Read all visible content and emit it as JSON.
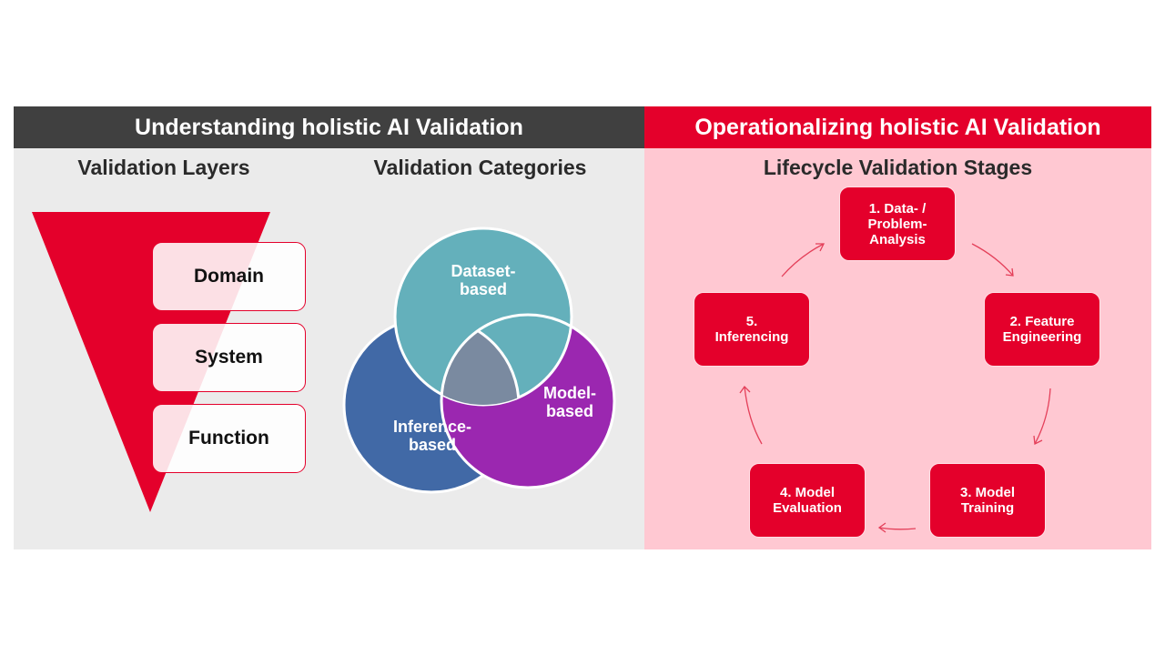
{
  "left_header": "Understanding holistic AI Validation",
  "right_header": "Operationalizing holistic AI Validation",
  "layers": {
    "title": "Validation Layers",
    "items": [
      "Domain",
      "System",
      "Function"
    ]
  },
  "categories": {
    "title": "Validation Categories",
    "items": {
      "dataset": "Dataset-\nbased",
      "model": "Model-\nbased",
      "inference": "Inference-\nbased"
    }
  },
  "stages": {
    "title": "Lifecycle Validation Stages",
    "items": [
      "1. Data- /\nProblem-\nAnalysis",
      "2. Feature\nEngineering",
      "3. Model\nTraining",
      "4. Model\nEvaluation",
      "5.\nInferencing"
    ]
  },
  "colors": {
    "red": "#e4002b",
    "dark": "#404040",
    "teal": "#64b0bb",
    "blue": "#4169a6",
    "purple": "#9b27b0",
    "center": "#7a8aa0"
  }
}
